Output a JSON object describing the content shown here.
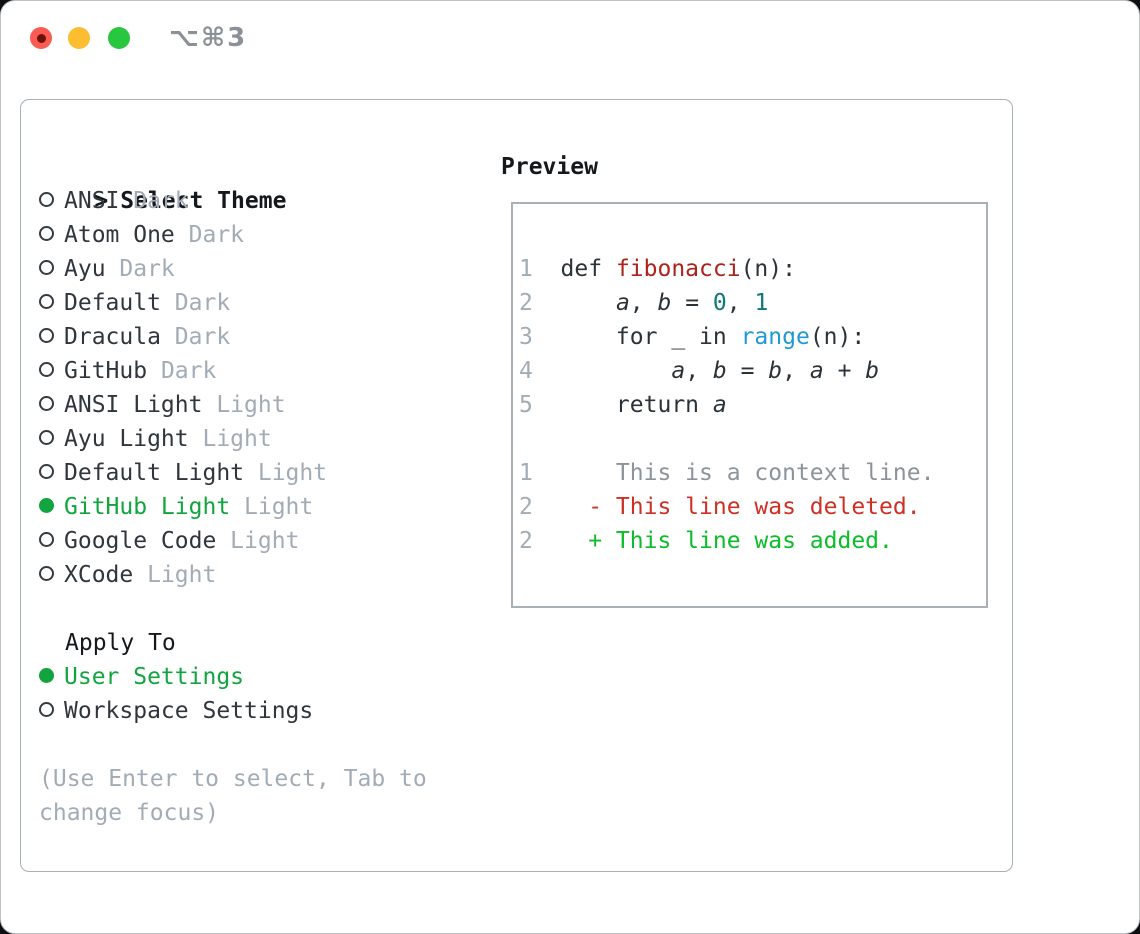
{
  "window": {
    "title": "⌥⌘3"
  },
  "colors": {
    "header_text": "#15191d",
    "text_dark": "#2f363d",
    "muted": "#a2acb6",
    "accent_green": "#12a53f",
    "title_gray": "#8b9197",
    "code": "#2b3238",
    "function_name": "#ab231b",
    "number_literal": "#0b7a78",
    "builtin": "#1f9ad2",
    "line_number": "#a2acb6",
    "context": "#8b939b",
    "deleted": "#ce3023",
    "added": "#0bbd26",
    "traffic_red": "#fb5b52",
    "traffic_red_dot": "#6e100c",
    "traffic_yellow": "#fcbd30",
    "traffic_green": "#29c740",
    "panel_border": "#a8b0b8"
  },
  "left": {
    "prompt": ">",
    "header": "Select Theme",
    "themes": [
      {
        "name": "ANSI",
        "variant": "Dark",
        "selected": false
      },
      {
        "name": "Atom One",
        "variant": "Dark",
        "selected": false
      },
      {
        "name": "Ayu",
        "variant": "Dark",
        "selected": false
      },
      {
        "name": "Default",
        "variant": "Dark",
        "selected": false
      },
      {
        "name": "Dracula",
        "variant": "Dark",
        "selected": false
      },
      {
        "name": "GitHub",
        "variant": "Dark",
        "selected": false
      },
      {
        "name": "ANSI Light",
        "variant": "Light",
        "selected": false
      },
      {
        "name": "Ayu Light",
        "variant": "Light",
        "selected": false
      },
      {
        "name": "Default Light",
        "variant": "Light",
        "selected": false
      },
      {
        "name": "GitHub Light",
        "variant": "Light",
        "selected": true
      },
      {
        "name": "Google Code",
        "variant": "Light",
        "selected": false
      },
      {
        "name": "XCode",
        "variant": "Light",
        "selected": false
      }
    ],
    "apply_to": {
      "header": "Apply To",
      "options": [
        {
          "label": "User Settings",
          "selected": true
        },
        {
          "label": "Workspace Settings",
          "selected": false
        }
      ]
    },
    "hint_lines": [
      "(Use Enter to select, Tab to",
      "change focus)"
    ]
  },
  "preview": {
    "header": "Preview",
    "code_lines": [
      {
        "num": "1",
        "segments": [
          {
            "t": "def ",
            "c": "code"
          },
          {
            "t": "fibonacci",
            "c": "function_name"
          },
          {
            "t": "(n):",
            "c": "code"
          }
        ]
      },
      {
        "num": "2",
        "segments": [
          {
            "t": "    ",
            "c": "code"
          },
          {
            "t": "a",
            "c": "code",
            "i": true
          },
          {
            "t": ", ",
            "c": "code"
          },
          {
            "t": "b",
            "c": "code",
            "i": true
          },
          {
            "t": " = ",
            "c": "code"
          },
          {
            "t": "0",
            "c": "number_literal"
          },
          {
            "t": ", ",
            "c": "code"
          },
          {
            "t": "1",
            "c": "number_literal"
          }
        ]
      },
      {
        "num": "3",
        "segments": [
          {
            "t": "    for _ in ",
            "c": "code"
          },
          {
            "t": "range",
            "c": "builtin"
          },
          {
            "t": "(n):",
            "c": "code"
          }
        ]
      },
      {
        "num": "4",
        "segments": [
          {
            "t": "        ",
            "c": "code"
          },
          {
            "t": "a",
            "c": "code",
            "i": true
          },
          {
            "t": ", ",
            "c": "code"
          },
          {
            "t": "b",
            "c": "code",
            "i": true
          },
          {
            "t": " = ",
            "c": "code"
          },
          {
            "t": "b",
            "c": "code",
            "i": true
          },
          {
            "t": ", ",
            "c": "code"
          },
          {
            "t": "a",
            "c": "code",
            "i": true
          },
          {
            "t": " + ",
            "c": "code"
          },
          {
            "t": "b",
            "c": "code",
            "i": true
          }
        ]
      },
      {
        "num": "5",
        "segments": [
          {
            "t": "    return ",
            "c": "code"
          },
          {
            "t": "a",
            "c": "code",
            "i": true
          }
        ]
      }
    ],
    "diff_lines": [
      {
        "num": "1",
        "segments": [
          {
            "t": "    This is a context line.",
            "c": "context"
          }
        ]
      },
      {
        "num": "2",
        "segments": [
          {
            "t": "  - This line was deleted.",
            "c": "deleted"
          }
        ]
      },
      {
        "num": "2",
        "segments": [
          {
            "t": "  + This line was added.",
            "c": "added"
          }
        ]
      }
    ]
  }
}
